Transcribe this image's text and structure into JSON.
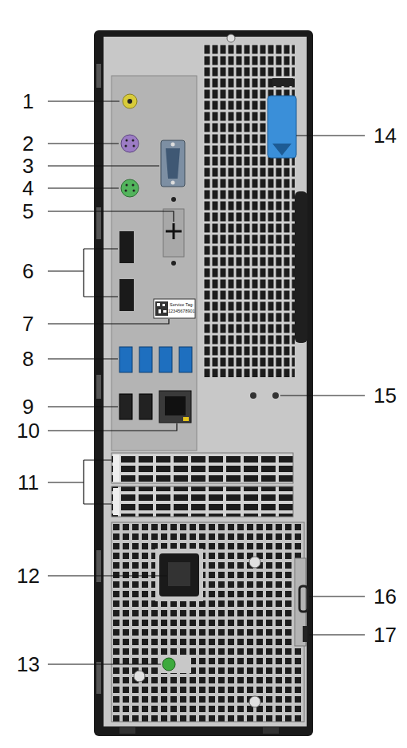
{
  "diagram": {
    "labels": [
      "1",
      "2",
      "3",
      "4",
      "5",
      "6",
      "7",
      "8",
      "9",
      "10",
      "11",
      "12",
      "13",
      "14",
      "15",
      "16",
      "17",
      "Service Tag:",
      "12345678901"
    ]
  }
}
